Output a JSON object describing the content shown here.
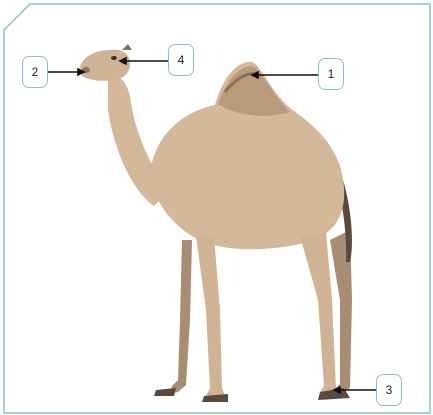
{
  "diagram": {
    "subject": "camel",
    "callouts": [
      {
        "label": "1"
      },
      {
        "label": "2"
      },
      {
        "label": "3"
      },
      {
        "label": "4"
      }
    ]
  },
  "colors": {
    "frame": "#8cc9a3",
    "camel_body": "#d4b89a",
    "camel_shadow": "#b99a7b",
    "camel_dark": "#5a4a3e",
    "arrow": "#111111"
  }
}
